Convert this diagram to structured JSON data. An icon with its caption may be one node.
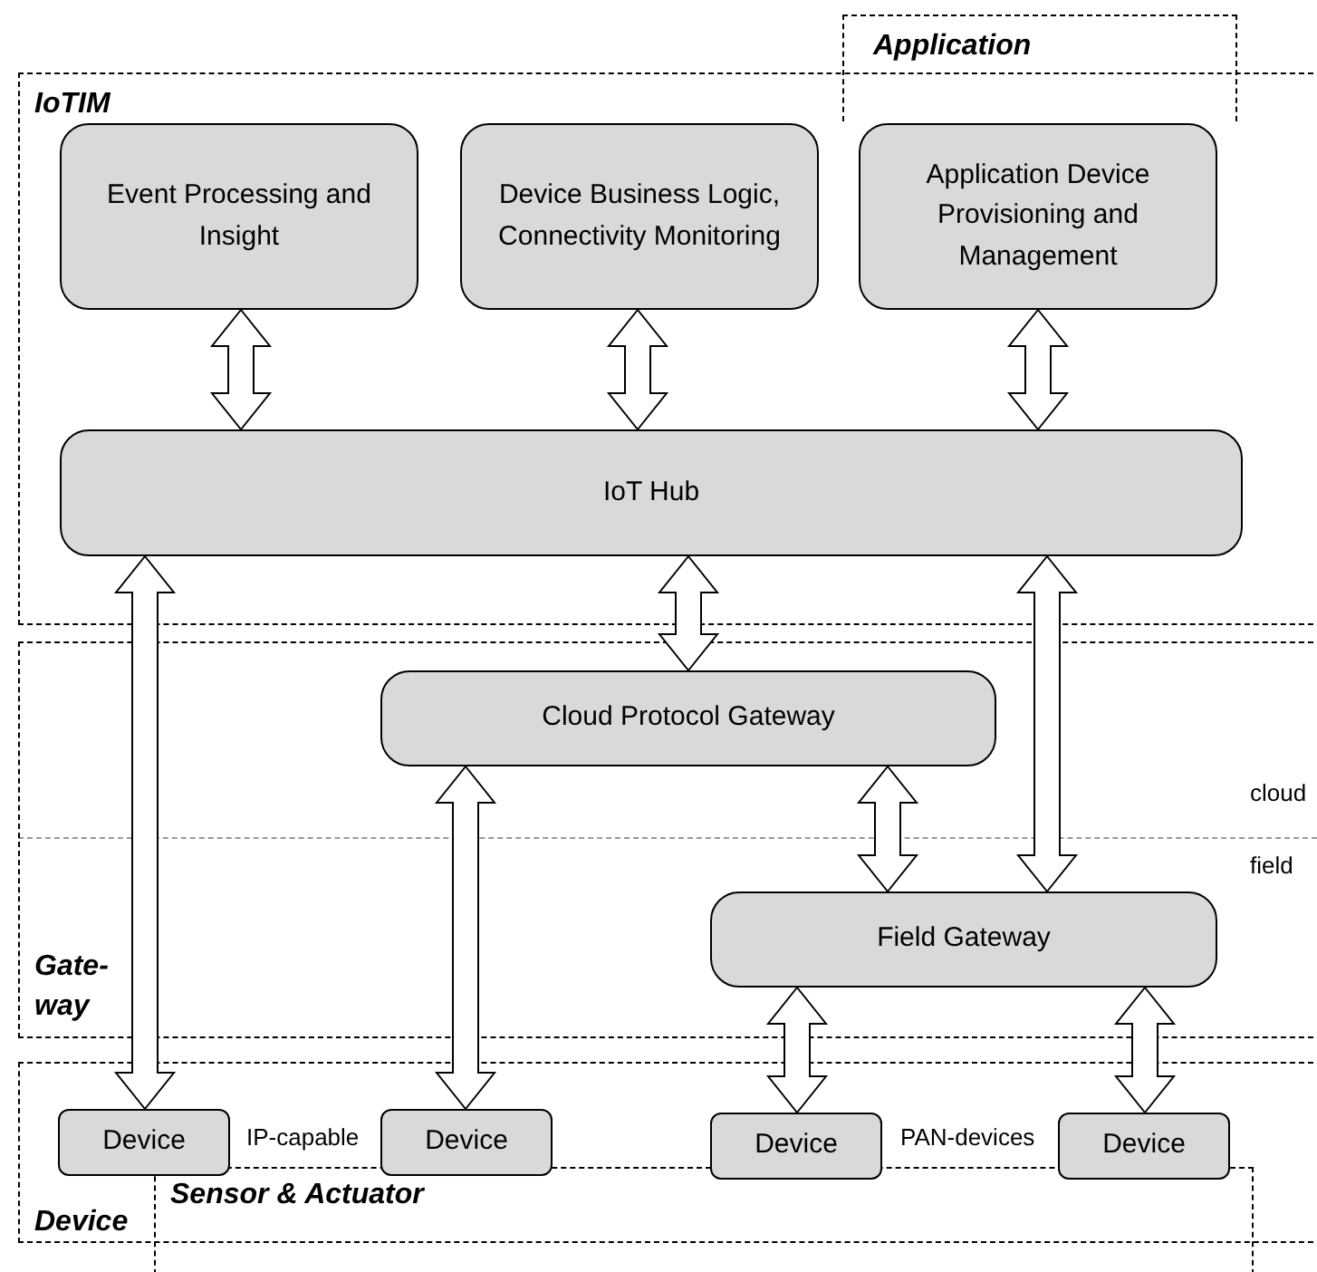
{
  "diagram": {
    "nodes": [
      {
        "text": [
          "Application"
        ]
      },
      {
        "text": [
          "IoTIM"
        ]
      },
      {
        "text": [
          "Event Processing and Insight"
        ],
        "in": 1
      },
      {
        "text": [
          "Device Business Logic, Connectivity Monitoring"
        ],
        "in": 1
      },
      {
        "text": [
          "Application Device Provisioning and Management"
        ],
        "in": 1
      },
      {
        "text": [
          "IoT Hub"
        ],
        "in": 1
      },
      {
        "text": [
          "Gate- way"
        ]
      },
      {
        "text": [
          "Cloud Protocol Gateway"
        ],
        "in": 6
      },
      {
        "text": [
          "Field Gateway"
        ],
        "in": 6
      },
      {
        "text": [
          "Device"
        ]
      },
      {
        "text": [
          "Device"
        ],
        "in": 9
      },
      {
        "text": [
          "Device"
        ],
        "in": 9
      },
      {
        "text": [
          "Device"
        ],
        "in": 9
      },
      {
        "text": [
          "Device"
        ],
        "in": 9
      },
      {
        "text": [
          "Sensor & Actuator"
        ]
      }
    ],
    "edges": [
      {
        "from": 2,
        "to": 5,
        "arrow": "both"
      },
      {
        "from": 3,
        "to": 5,
        "arrow": "both"
      },
      {
        "from": 4,
        "to": 5,
        "arrow": "both"
      },
      {
        "from": 5,
        "to": 10,
        "arrow": "both"
      },
      {
        "from": 5,
        "to": 7,
        "arrow": "both"
      },
      {
        "from": 5,
        "to": 8,
        "arrow": "both"
      },
      {
        "from": 7,
        "to": 11,
        "arrow": "both"
      },
      {
        "from": 7,
        "to": 8,
        "arrow": "both"
      },
      {
        "from": 8,
        "to": 12,
        "arrow": "both"
      },
      {
        "from": 8,
        "to": 13,
        "arrow": "both"
      }
    ],
    "labels": [
      "cloud",
      "field",
      "IP-capable",
      "PAN-devices"
    ]
  }
}
